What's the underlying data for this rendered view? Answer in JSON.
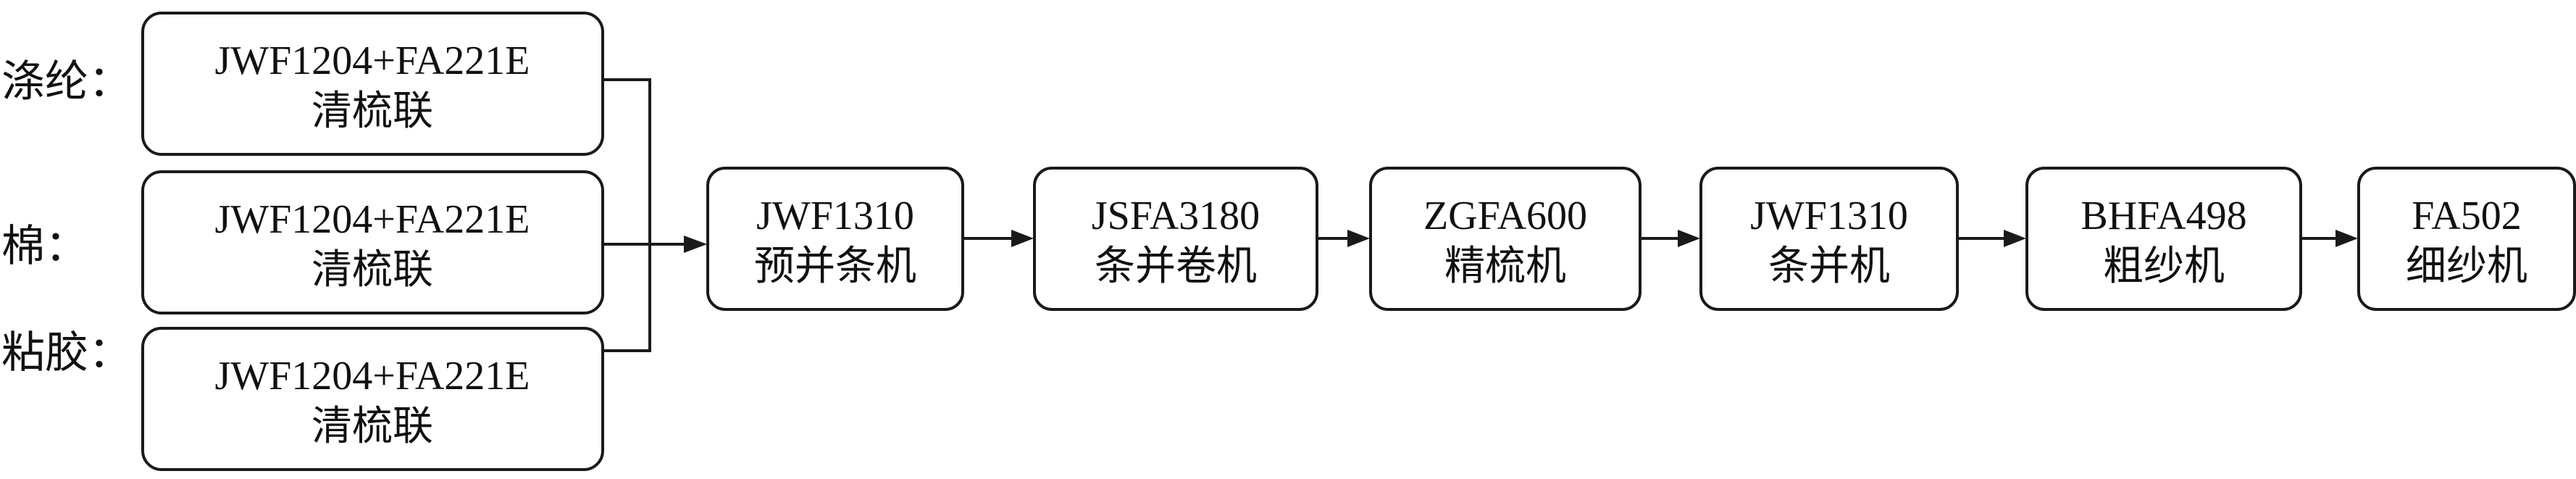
{
  "sources": [
    {
      "label": "涤纶：",
      "model": "JWF1204+FA221E",
      "machine": "清梳联"
    },
    {
      "label": "棉：",
      "model": "JWF1204+FA221E",
      "machine": "清梳联"
    },
    {
      "label": "粘胶：",
      "model": "JWF1204+FA221E",
      "machine": "清梳联"
    }
  ],
  "process": [
    {
      "model": "JWF1310",
      "machine": "预并条机"
    },
    {
      "model": "JSFA3180",
      "machine": "条并卷机"
    },
    {
      "model": "ZGFA600",
      "machine": "精梳机"
    },
    {
      "model": "JWF1310",
      "machine": "条并机"
    },
    {
      "model": "BHFA498",
      "machine": "粗纱机"
    },
    {
      "model": "FA502",
      "machine": "细纱机"
    }
  ],
  "colors": {
    "stroke": "#1a1a1a",
    "fill": "#ffffff",
    "text": "#111111"
  }
}
